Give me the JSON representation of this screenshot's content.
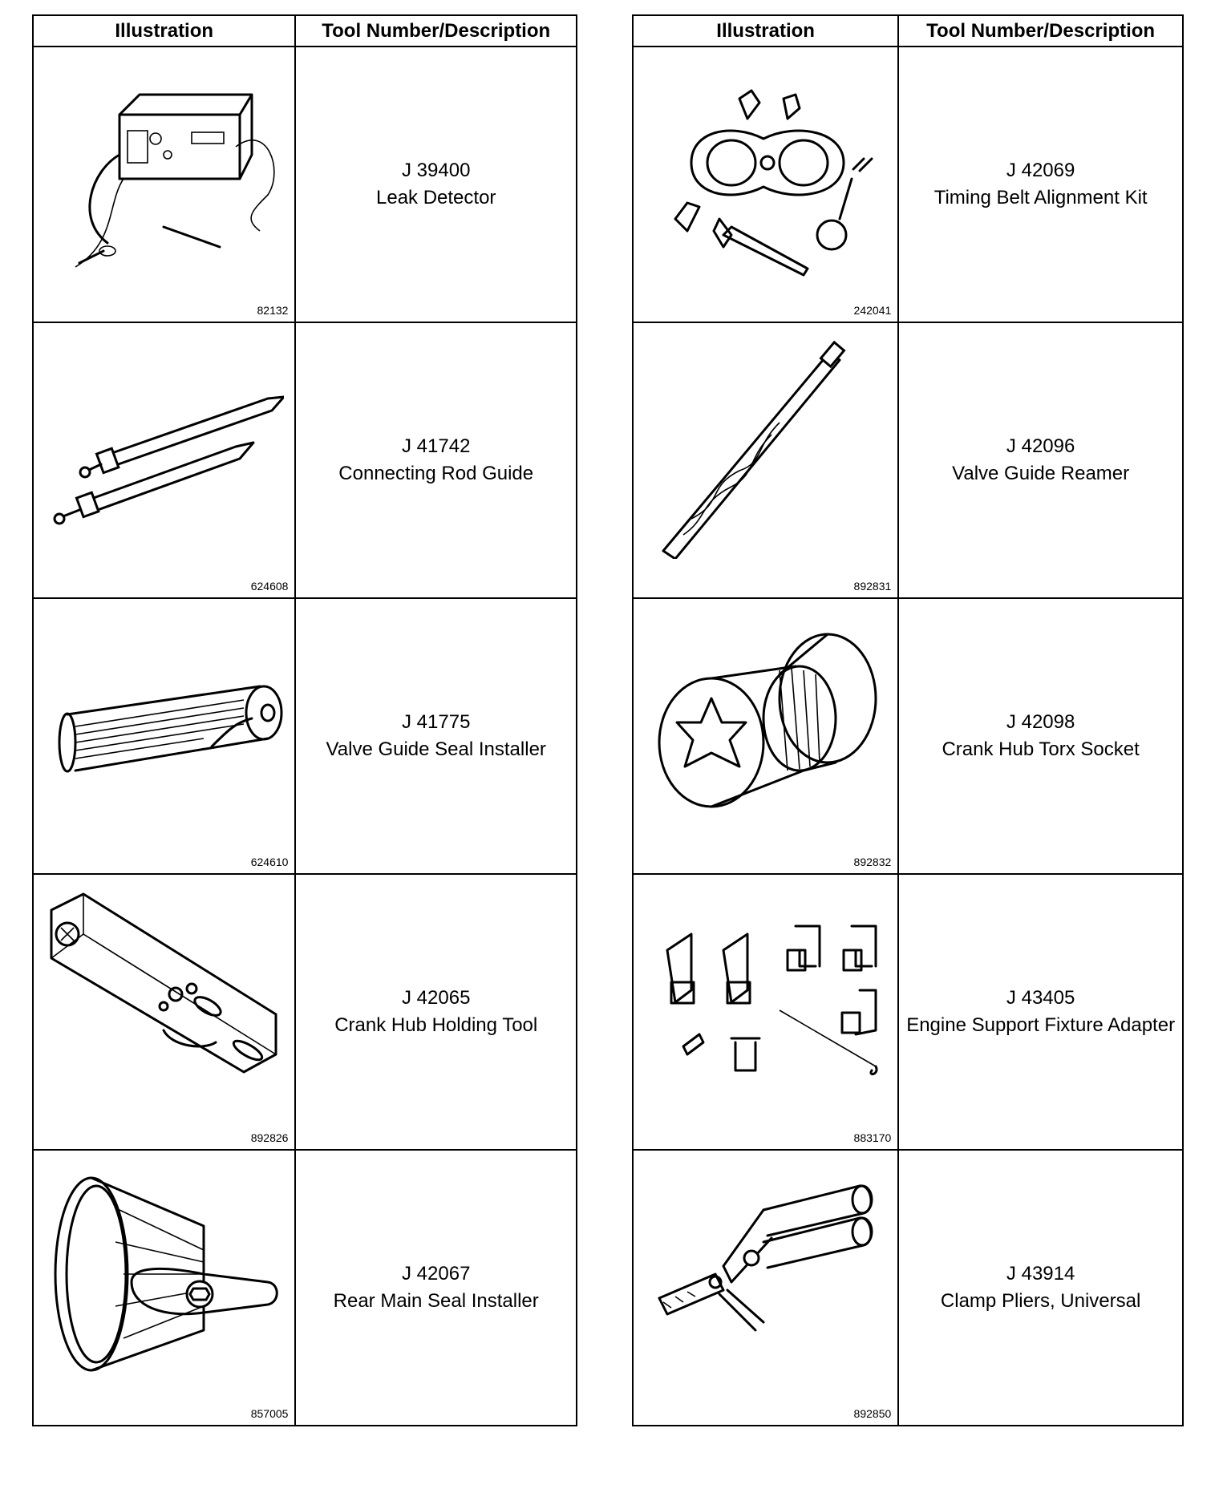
{
  "left_table": {
    "header_illustration": "Illustration",
    "header_tool": "Tool Number/Description",
    "rows": [
      {
        "ref": "82132",
        "number": "J 39400",
        "description": "Leak Detector",
        "icon": "leak-detector-illustration"
      },
      {
        "ref": "624608",
        "number": "J 41742",
        "description": "Connecting Rod Guide",
        "icon": "connecting-rod-guide-illustration"
      },
      {
        "ref": "624610",
        "number": "J 41775",
        "description": "Valve Guide Seal Installer",
        "icon": "valve-guide-seal-installer-illustration"
      },
      {
        "ref": "892826",
        "number": "J 42065",
        "description": "Crank Hub Holding Tool",
        "icon": "crank-hub-holding-tool-illustration"
      },
      {
        "ref": "857005",
        "number": "J 42067",
        "description": "Rear Main Seal Installer",
        "icon": "rear-main-seal-installer-illustration"
      }
    ]
  },
  "right_table": {
    "header_illustration": "Illustration",
    "header_tool": "Tool Number/Description",
    "rows": [
      {
        "ref": "242041",
        "number": "J 42069",
        "description": "Timing Belt Alignment Kit",
        "icon": "timing-belt-alignment-kit-illustration"
      },
      {
        "ref": "892831",
        "number": "J 42096",
        "description": "Valve Guide Reamer",
        "icon": "valve-guide-reamer-illustration"
      },
      {
        "ref": "892832",
        "number": "J 42098",
        "description": "Crank Hub Torx Socket",
        "icon": "torx-socket-illustration"
      },
      {
        "ref": "883170",
        "number": "J 43405",
        "description": "Engine Support Fixture Adapter",
        "icon": "engine-support-fixture-adapter-illustration"
      },
      {
        "ref": "892850",
        "number": "J 43914",
        "description": "Clamp Pliers, Universal",
        "icon": "clamp-pliers-illustration"
      }
    ]
  }
}
